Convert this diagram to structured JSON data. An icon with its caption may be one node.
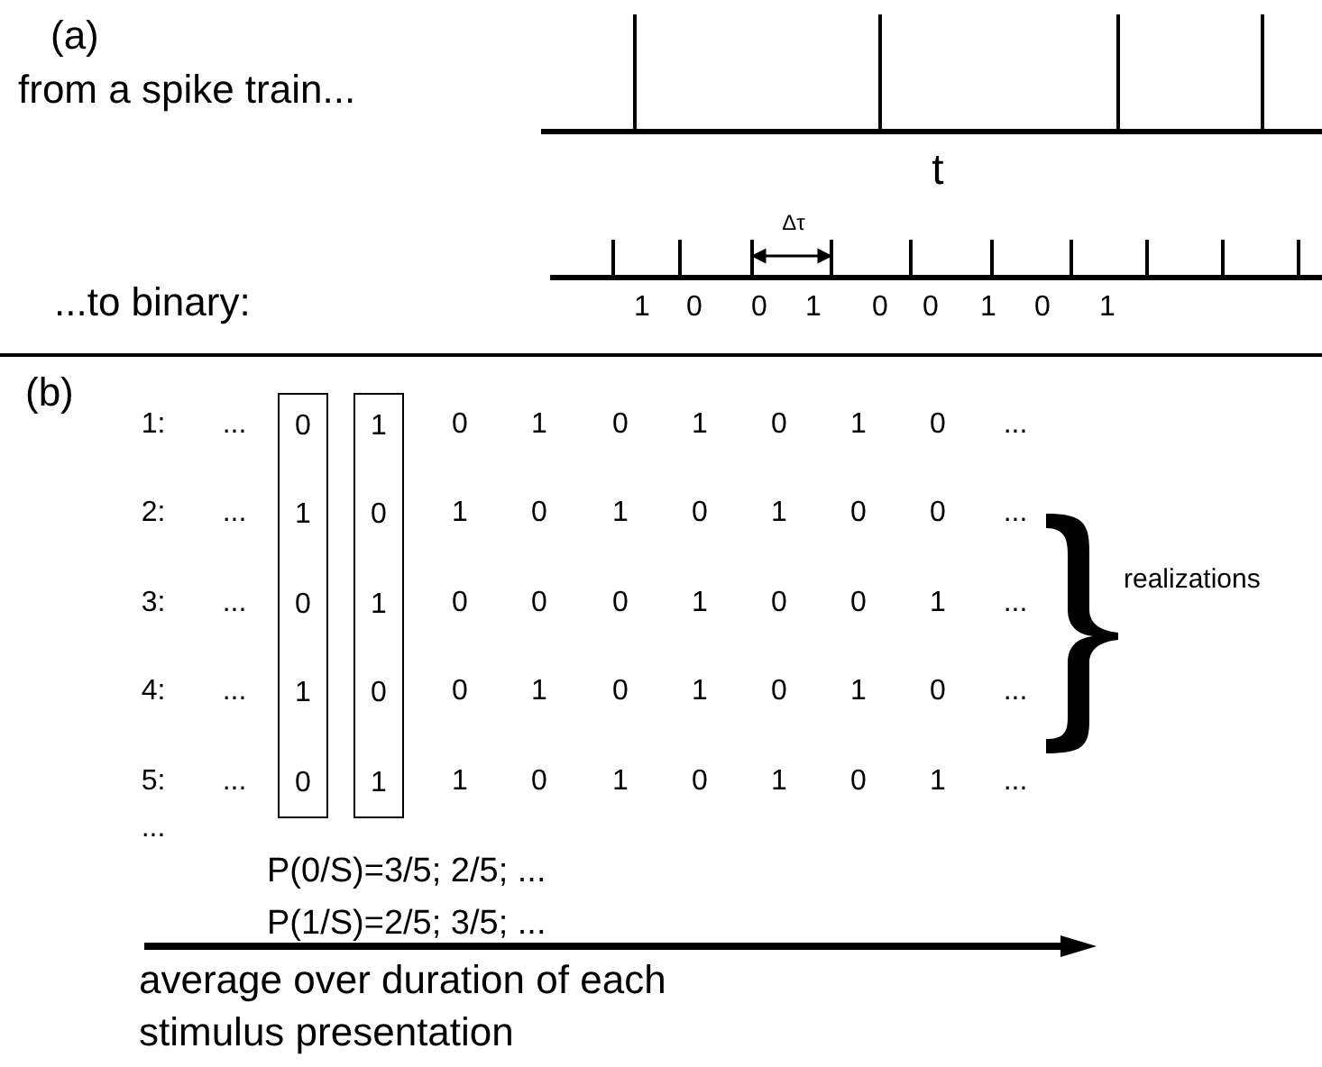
{
  "diagram": {
    "nodes": [
      {
        "text": [
          "0",
          "1",
          "0",
          "1",
          "0"
        ]
      },
      {
        "text": [
          "1",
          "0",
          "1",
          "0",
          "1"
        ]
      }
    ],
    "labels": [
      "(a)",
      "from a spike train...",
      "t",
      "Δτ",
      "...to binary:",
      "1",
      "0",
      "0",
      "1",
      "0",
      "0",
      "1",
      "0",
      "1",
      "(b)",
      "1:",
      "...",
      "0",
      "1",
      "0",
      "1",
      "0",
      "1",
      "0",
      "...",
      "2:",
      "...",
      "1",
      "0",
      "1",
      "0",
      "1",
      "0",
      "0",
      "...",
      "3:",
      "...",
      "0",
      "0",
      "0",
      "1",
      "0",
      "0",
      "1",
      "...",
      "4:",
      "...",
      "0",
      "1",
      "0",
      "1",
      "0",
      "1",
      "0",
      "...",
      "5:",
      "...",
      "1",
      "0",
      "1",
      "0",
      "1",
      "0",
      "1",
      "...",
      "...",
      "P(0/S)=3/5; 2/5; ...",
      "P(1/S)=2/5; 3/5; ...",
      "realizations",
      "average over duration of each stimulus presentation"
    ]
  }
}
